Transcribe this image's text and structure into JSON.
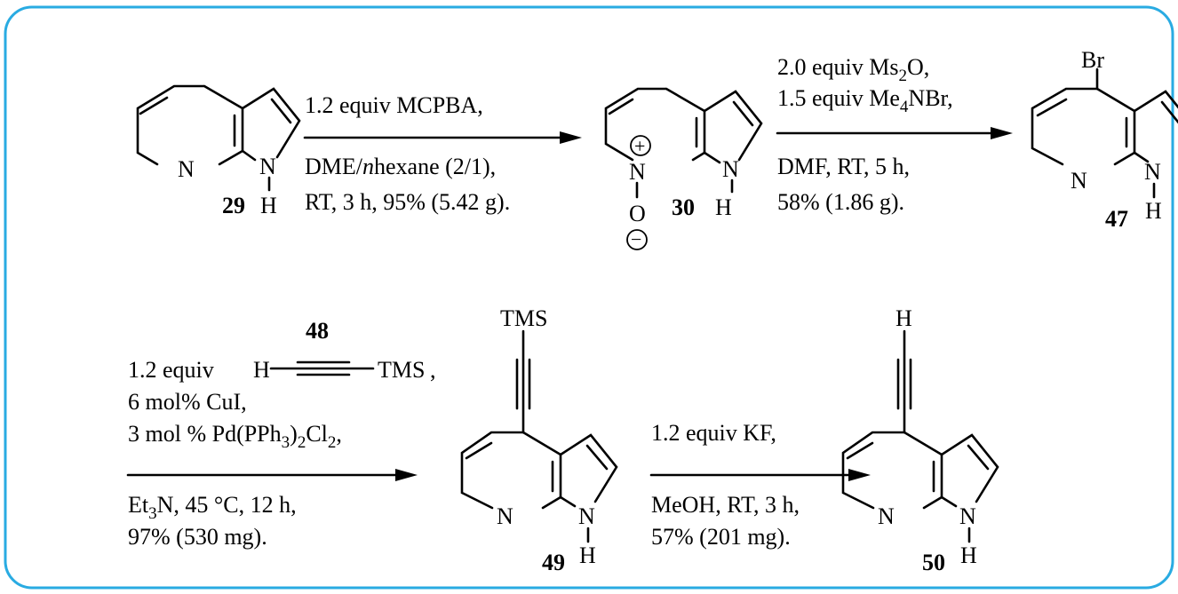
{
  "atoms": {
    "N": "N",
    "H": "H",
    "O": "O",
    "Br": "Br",
    "TMS": "TMS",
    "plus": "+",
    "minus": "−"
  },
  "compounds": {
    "c29": "29",
    "c30": "30",
    "c47": "47",
    "c48": "48",
    "c49": "49",
    "c50": "50"
  },
  "step1": {
    "line1": "1.2 equiv MCPBA,",
    "line2_a": "DME/",
    "line2_n": "n",
    "line2_b": "hexane (2/1),",
    "line3": "RT,  3 h, 95% (5.42 g)."
  },
  "step2": {
    "line1_a": "2.0 equiv Ms",
    "line1_sub": "2",
    "line1_b": "O,",
    "line2_a": "1.5 equiv Me",
    "line2_sub": "4",
    "line2_b": "NBr,",
    "line3": "DMF, RT,  5 h,",
    "line4": "58% (1.86 g)."
  },
  "step3": {
    "line1_a": "1.2 equiv",
    "line1_h": "H",
    "line1_tms": "TMS",
    "line1_comma": ",",
    "line2": "6 mol% CuI,",
    "line3_a": "3 mol % Pd(PPh",
    "line3_sub1": "3",
    "line3_b": ")",
    "line3_sub2": "2",
    "line3_c": "Cl",
    "line3_sub3": "2",
    "line3_d": ",",
    "line4_a": "Et",
    "line4_sub": "3",
    "line4_b": "N, 45 °C, 12 h,",
    "line5": "97% (530 mg)."
  },
  "step4": {
    "line1": "1.2 equiv KF,",
    "line2": "MeOH, RT,  3 h,",
    "line3": "57% (201 mg)."
  }
}
